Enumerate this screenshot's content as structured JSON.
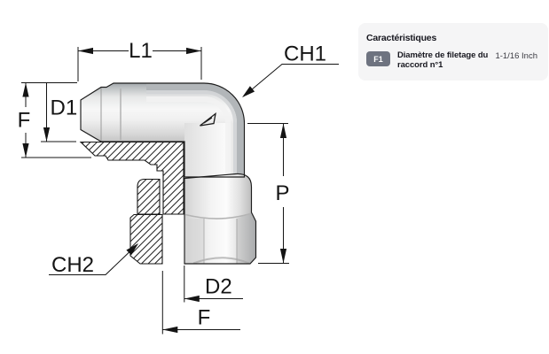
{
  "diagram": {
    "labels": {
      "l1": "L1",
      "ch1": "CH1",
      "d1": "D1",
      "f_left": "F",
      "p": "P",
      "ch2": "CH2",
      "d2": "D2",
      "f_bottom": "F"
    }
  },
  "panel": {
    "title": "Caractéristiques",
    "rows": [
      {
        "badge": "F1",
        "label": "Diamètre de filetage du raccord n°1",
        "value": "1-1/16 Inch"
      }
    ]
  },
  "colors": {
    "badge_bg": "#6e7380",
    "panel_bg": "#f5f5f6",
    "line": "#141414",
    "body_light": "#f4f4f4",
    "body_dark_band": "#b2b6b9"
  }
}
